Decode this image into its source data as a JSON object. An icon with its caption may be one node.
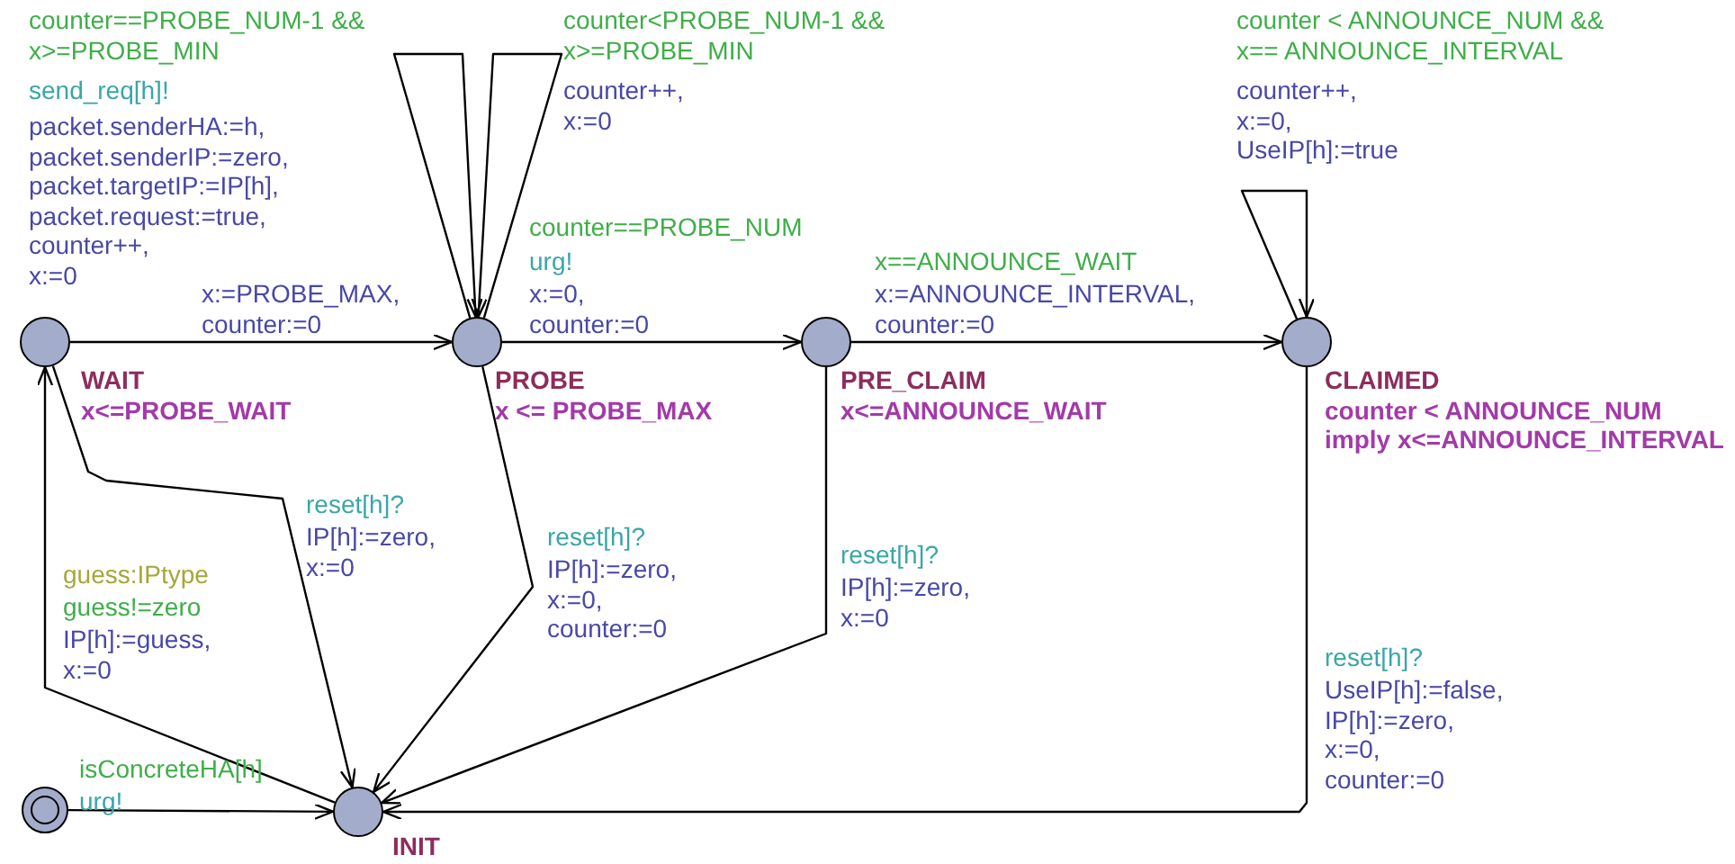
{
  "diagram": {
    "nodes": [
      {
        "text": [],
        "shape": "circle",
        "beside": [
          "WAIT",
          "x<=PROBE_WAIT"
        ]
      },
      {
        "text": [],
        "shape": "circle",
        "beside": [
          "PROBE",
          "x <= PROBE_MAX"
        ]
      },
      {
        "text": [],
        "shape": "circle",
        "beside": [
          "PRE_CLAIM",
          "x<=ANNOUNCE_WAIT"
        ]
      },
      {
        "text": [],
        "shape": "circle",
        "beside": [
          "CLAIMED",
          "counter < ANNOUNCE_NUM imply x<=ANNOUNCE_INTERVAL"
        ]
      },
      {
        "text": [],
        "shape": "circle"
      },
      {
        "text": [],
        "shape": "circle",
        "beside": [
          "INIT"
        ]
      }
    ],
    "edges": [
      {
        "from": 0,
        "to": 1,
        "arrow": "to"
      },
      {
        "from": 1,
        "to": 1,
        "arrow": "to"
      },
      {
        "from": 1,
        "to": 1,
        "arrow": "to"
      },
      {
        "from": 1,
        "to": 2,
        "arrow": "to"
      },
      {
        "from": 2,
        "to": 3,
        "arrow": "to"
      },
      {
        "from": 3,
        "to": 3,
        "arrow": "to"
      },
      {
        "from": 0,
        "to": 5,
        "arrow": "to"
      },
      {
        "from": 5,
        "to": 0,
        "arrow": "to"
      },
      {
        "from": 1,
        "to": 5,
        "arrow": "to"
      },
      {
        "from": 2,
        "to": 5,
        "arrow": "to"
      },
      {
        "from": 3,
        "to": 5,
        "arrow": "to"
      },
      {
        "from": 4,
        "to": 5,
        "arrow": "to"
      }
    ],
    "labels": [
      "counter==PROBE_NUM-1 && x>=PROBE_MIN",
      "counter<PROBE_NUM-1 && x>=PROBE_MIN",
      "counter < ANNOUNCE_NUM && x== ANNOUNCE_INTERVAL",
      "send_req[h]!",
      "packet.senderHA:=h, packet.senderIP:=zero, packet.targetIP:=IP[h], packet.request:=true, counter++, x:=0",
      "counter++, x:=0",
      "counter++, x:=0, UseIP[h]:=true",
      "counter==PROBE_NUM",
      "urg!",
      "x:=0, counter:=0",
      "x==ANNOUNCE_WAIT",
      "x:=ANNOUNCE_INTERVAL, counter:=0",
      "x:=PROBE_MAX, counter:=0",
      "reset[h]?",
      "IP[h]:=zero, x:=0",
      "reset[h]?",
      "IP[h]:=zero, x:=0, counter:=0",
      "reset[h]?",
      "IP[h]:=zero, x:=0",
      "guess:IPtype",
      "guess!=zero",
      "IP[h]:=guess, x:=0",
      "reset[h]?",
      "UseIP[h]:=false, IP[h]:=zero, x:=0, counter:=0",
      "isConcreteHA[h]",
      "urg!"
    ]
  }
}
